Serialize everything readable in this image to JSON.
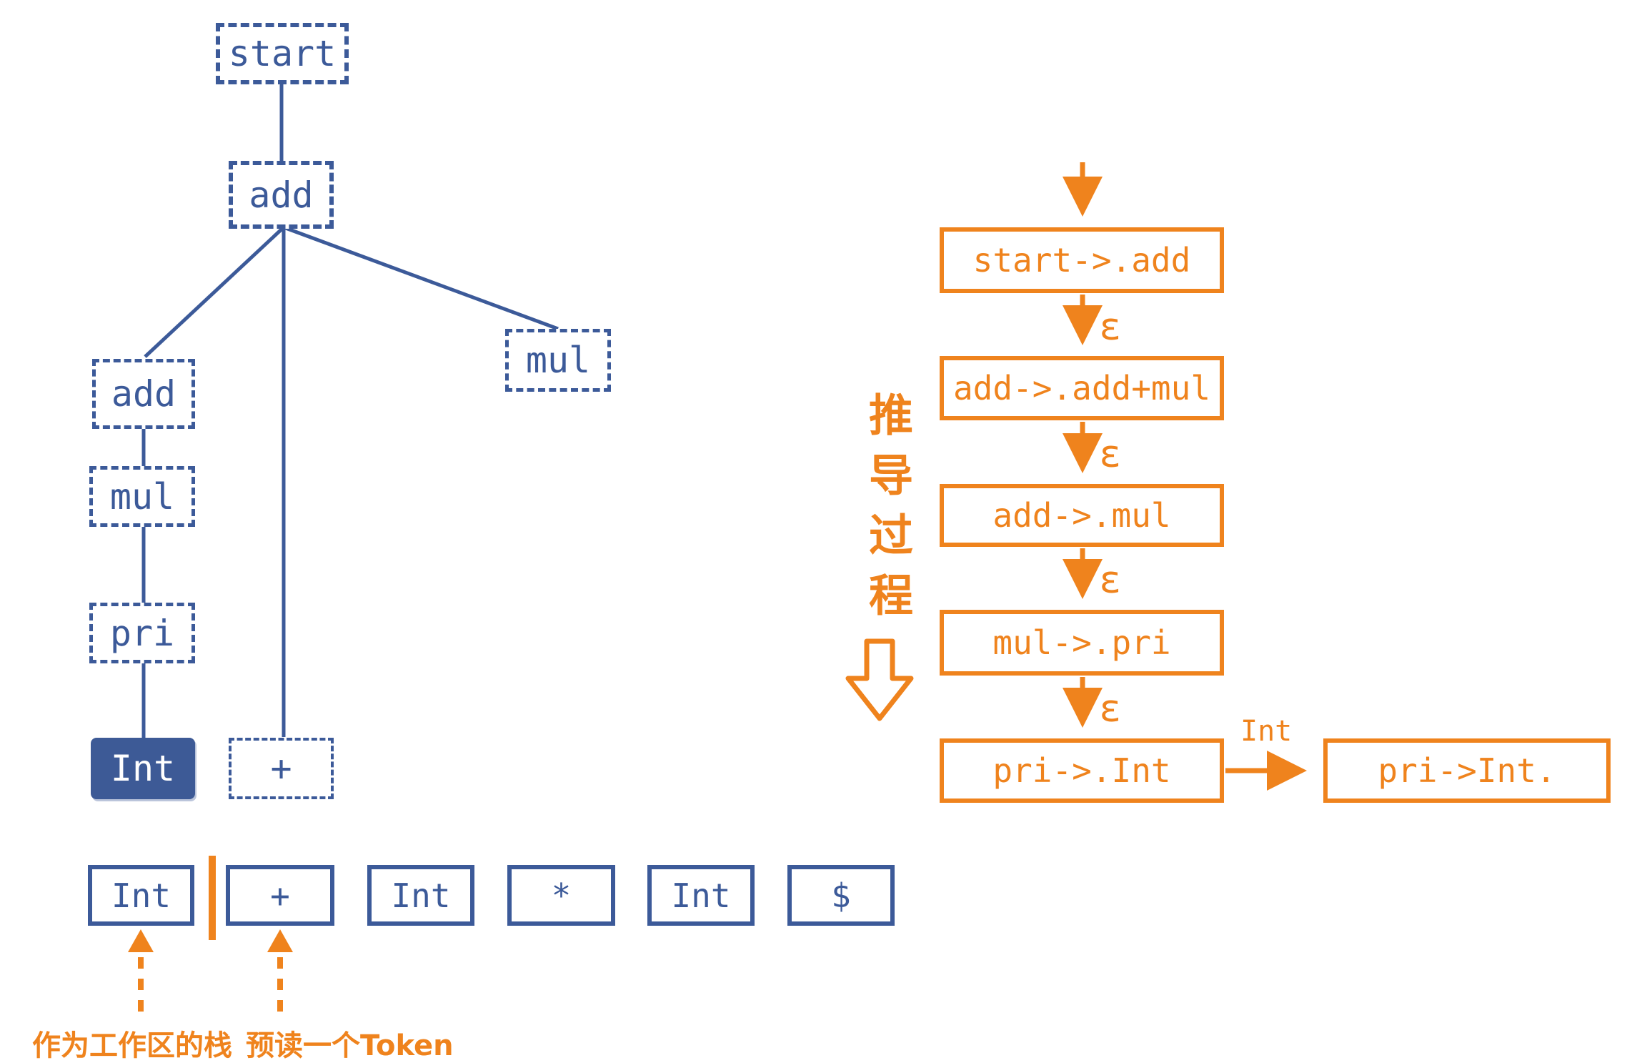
{
  "colors": {
    "blue": "#3c5a99",
    "orange": "#ef831d"
  },
  "tree": {
    "nodes": [
      {
        "id": "start",
        "label": "start"
      },
      {
        "id": "add-root",
        "label": "add"
      },
      {
        "id": "add-child",
        "label": "add"
      },
      {
        "id": "mul-right",
        "label": "mul"
      },
      {
        "id": "mul-left",
        "label": "mul"
      },
      {
        "id": "pri",
        "label": "pri"
      },
      {
        "id": "int-leaf",
        "label": "Int"
      },
      {
        "id": "plus-leaf",
        "label": "+"
      }
    ]
  },
  "tokens": [
    "Int",
    "+",
    "Int",
    "*",
    "Int",
    "$"
  ],
  "derivation": {
    "side_label": "推导过程",
    "steps": [
      "start->.add",
      "add->.add+mul",
      "add->.mul",
      "mul->.pri",
      "pri->.Int"
    ],
    "epsilon": "ε",
    "shift_label": "Int",
    "result": "pri->Int."
  },
  "annotations": {
    "stack": "作为工作区的栈",
    "lookahead": "预读一个Token"
  }
}
